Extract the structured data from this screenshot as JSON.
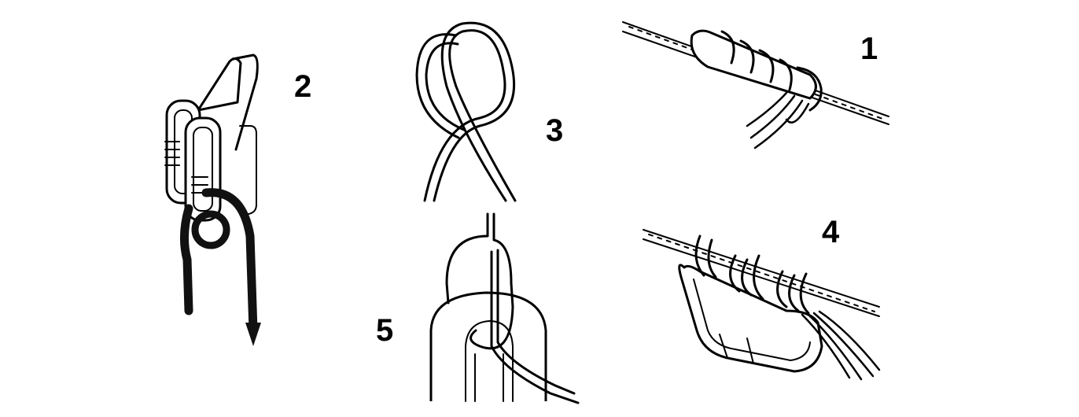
{
  "figures": [
    {
      "id": "fig1",
      "label": "1"
    },
    {
      "id": "fig2",
      "label": "2"
    },
    {
      "id": "fig3",
      "label": "3"
    },
    {
      "id": "fig4",
      "label": "4"
    },
    {
      "id": "fig5",
      "label": "5"
    }
  ]
}
